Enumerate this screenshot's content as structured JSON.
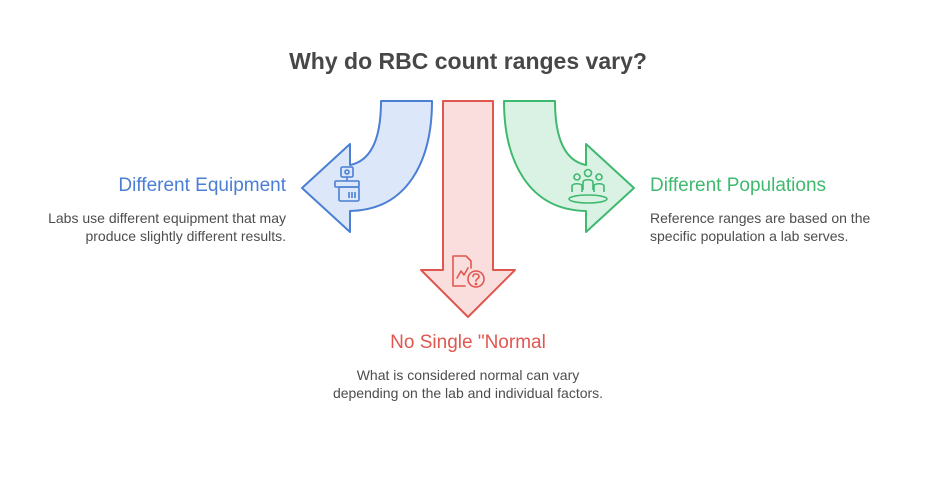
{
  "title": "Why do RBC count ranges vary?",
  "colors": {
    "equipment": "#4a7fd4",
    "equipment_fill": "#dce7f9",
    "normal": "#e0574f",
    "normal_fill": "#fadedd",
    "populations": "#3fb96e",
    "populations_fill": "#d9f2e3"
  },
  "items": [
    {
      "heading": "Different Equipment",
      "description": "Labs use different equipment that may produce slightly different results.",
      "icon": "lab-equipment-icon"
    },
    {
      "heading": "No Single \"Normal",
      "description": "What is considered normal can vary depending on the lab and individual factors.",
      "icon": "report-question-icon"
    },
    {
      "heading": "Different Populations",
      "description": "Reference ranges are based on the specific population a lab serves.",
      "icon": "people-group-icon"
    }
  ]
}
